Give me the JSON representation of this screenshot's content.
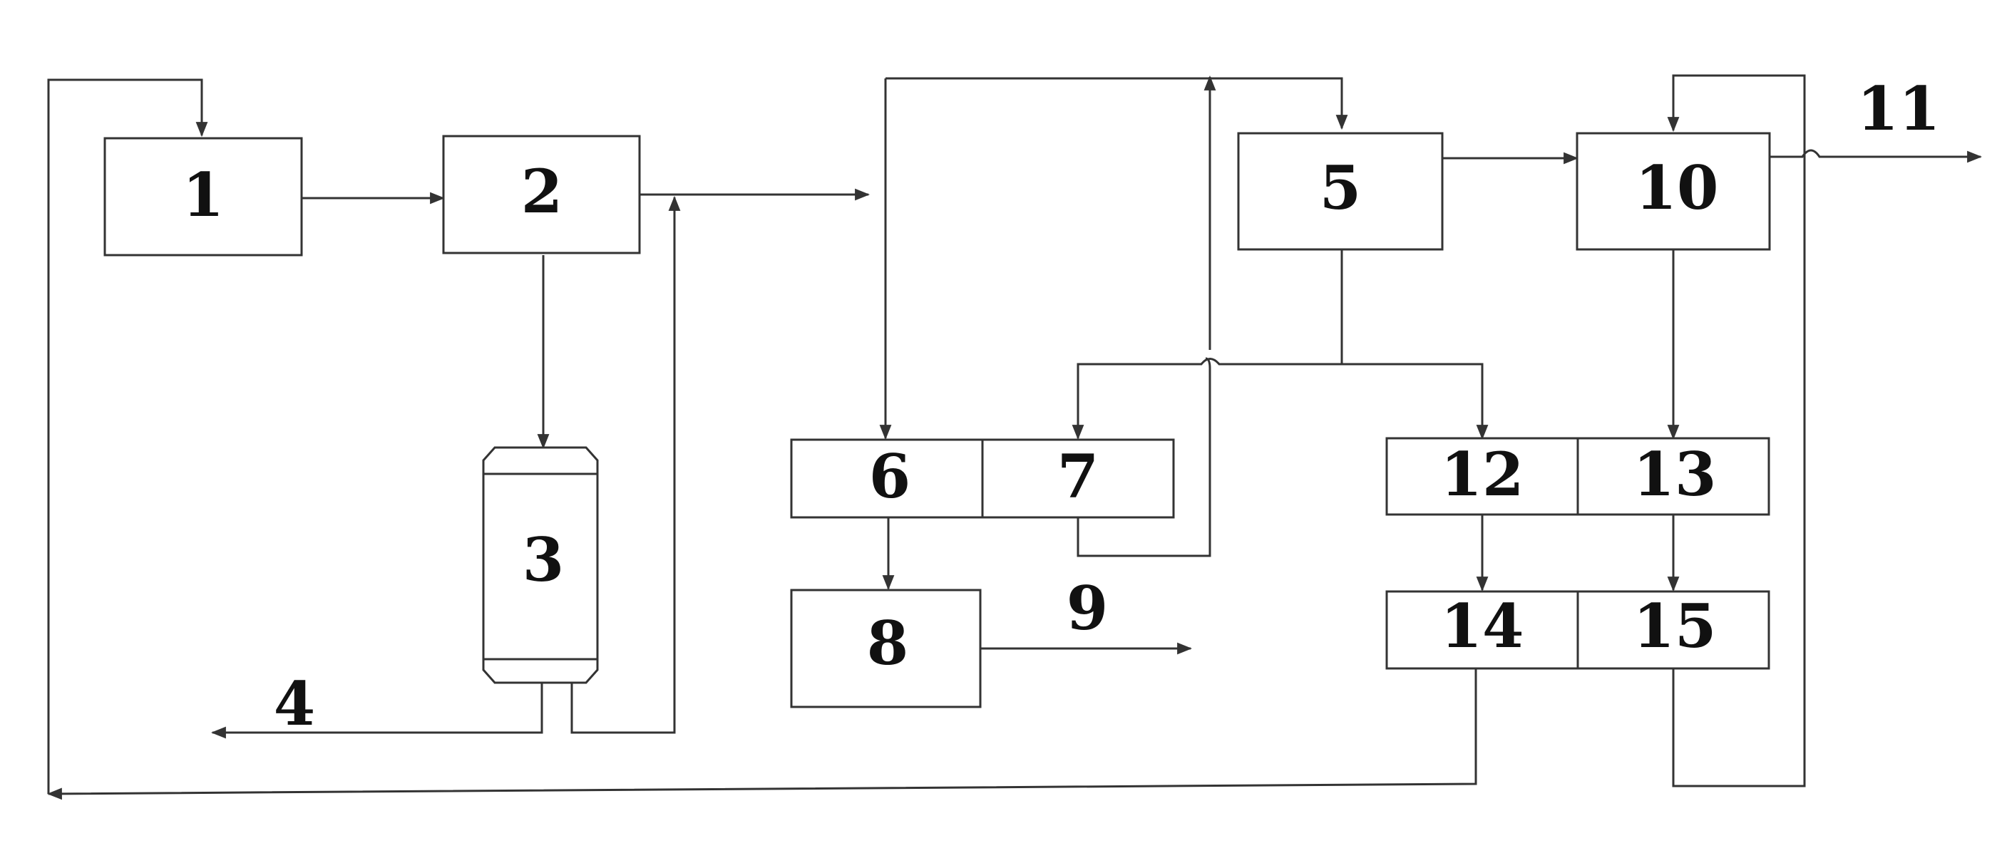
{
  "diagram": {
    "blocks": [
      {
        "id": "b1",
        "label": "1"
      },
      {
        "id": "b2",
        "label": "2"
      },
      {
        "id": "b3",
        "label": "3"
      },
      {
        "id": "b5",
        "label": "5"
      },
      {
        "id": "b6",
        "label": "6"
      },
      {
        "id": "b7",
        "label": "7"
      },
      {
        "id": "b8",
        "label": "8"
      },
      {
        "id": "b10",
        "label": "10"
      },
      {
        "id": "b12",
        "label": "12"
      },
      {
        "id": "b13",
        "label": "13"
      },
      {
        "id": "b14",
        "label": "14"
      },
      {
        "id": "b15",
        "label": "15"
      }
    ],
    "outputs": [
      {
        "id": "o4",
        "label": "4"
      },
      {
        "id": "o9",
        "label": "9"
      },
      {
        "id": "o11",
        "label": "11"
      }
    ],
    "colors": {
      "line": "#333333",
      "text": "#111111",
      "background": "#ffffff"
    }
  }
}
